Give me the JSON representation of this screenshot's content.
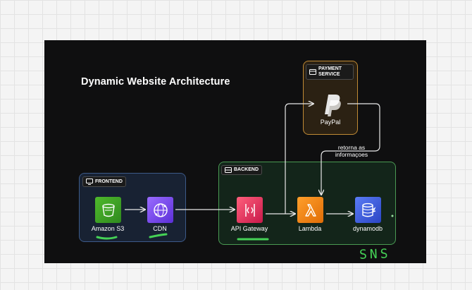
{
  "diagram": {
    "title": "Dynamic Website Architecture",
    "groups": {
      "frontend": "FRONTEND",
      "backend": "BACKEND",
      "payment": "PAYMENT SERVICE"
    },
    "services": {
      "s3": "Amazon S3",
      "cdn": "CDN",
      "apigw": "API Gateway",
      "lambda": "Lambda",
      "dynamo": "dynamodb",
      "paypal": "PayPal"
    },
    "annotation": "retorna as informaçoes",
    "handwritten": "SNS",
    "colors": {
      "frontend_border": "#3c5a89",
      "backend_border": "#4a9a53",
      "payment_border": "#c08a35",
      "sketch_green": "#45d256"
    }
  }
}
